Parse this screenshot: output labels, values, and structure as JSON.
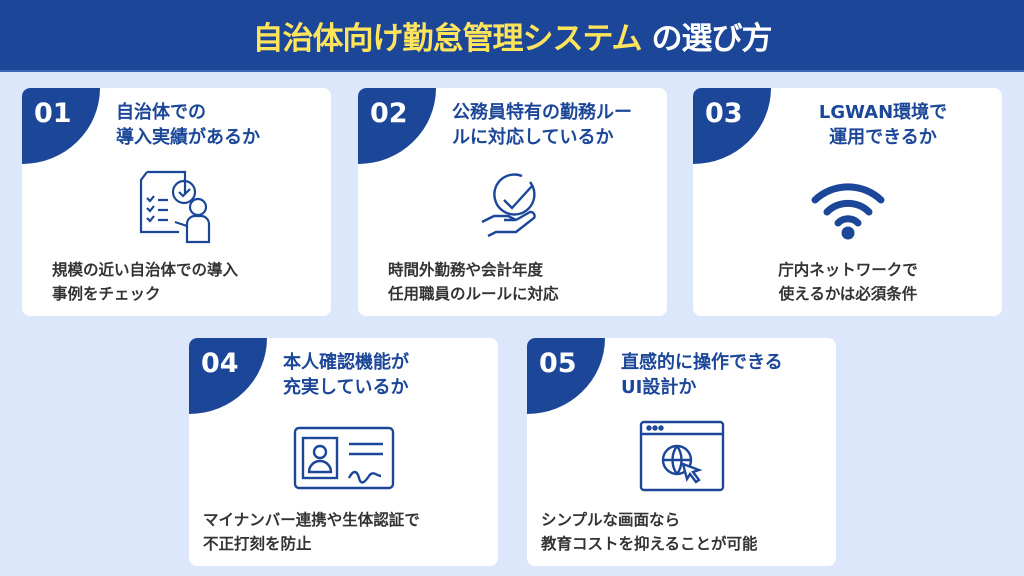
{
  "header": {
    "title_highlight": "自治体向け勤怠管理システム",
    "title_rest": "の選び方"
  },
  "cards": [
    {
      "number": "01",
      "title": "自治体での\n導入実績があるか",
      "description": "規模の近い自治体での導入\n事例をチェック",
      "icon": "checklist-person-icon"
    },
    {
      "number": "02",
      "title": "公務員特有の勤務ルー\nルに対応しているか",
      "description": "時間外勤務や会計年度\n任用職員のルールに対応",
      "icon": "hand-check-icon"
    },
    {
      "number": "03",
      "title": "LGWAN環境で\n運用できるか",
      "description": "庁内ネットワークで\n使えるかは必須条件",
      "icon": "wifi-icon"
    },
    {
      "number": "04",
      "title": "本人確認機能が\n充実しているか",
      "description": "マイナンバー連携や生体認証で\n不正打刻を防止",
      "icon": "id-card-icon"
    },
    {
      "number": "05",
      "title": "直感的に操作できる\nUI設計か",
      "description": "シンプルな画面なら\n教育コストを抑えることが可能",
      "icon": "browser-cursor-icon"
    }
  ],
  "colors": {
    "primary": "#1c4799",
    "highlight": "#ffe45c",
    "background": "#dde7fc"
  }
}
